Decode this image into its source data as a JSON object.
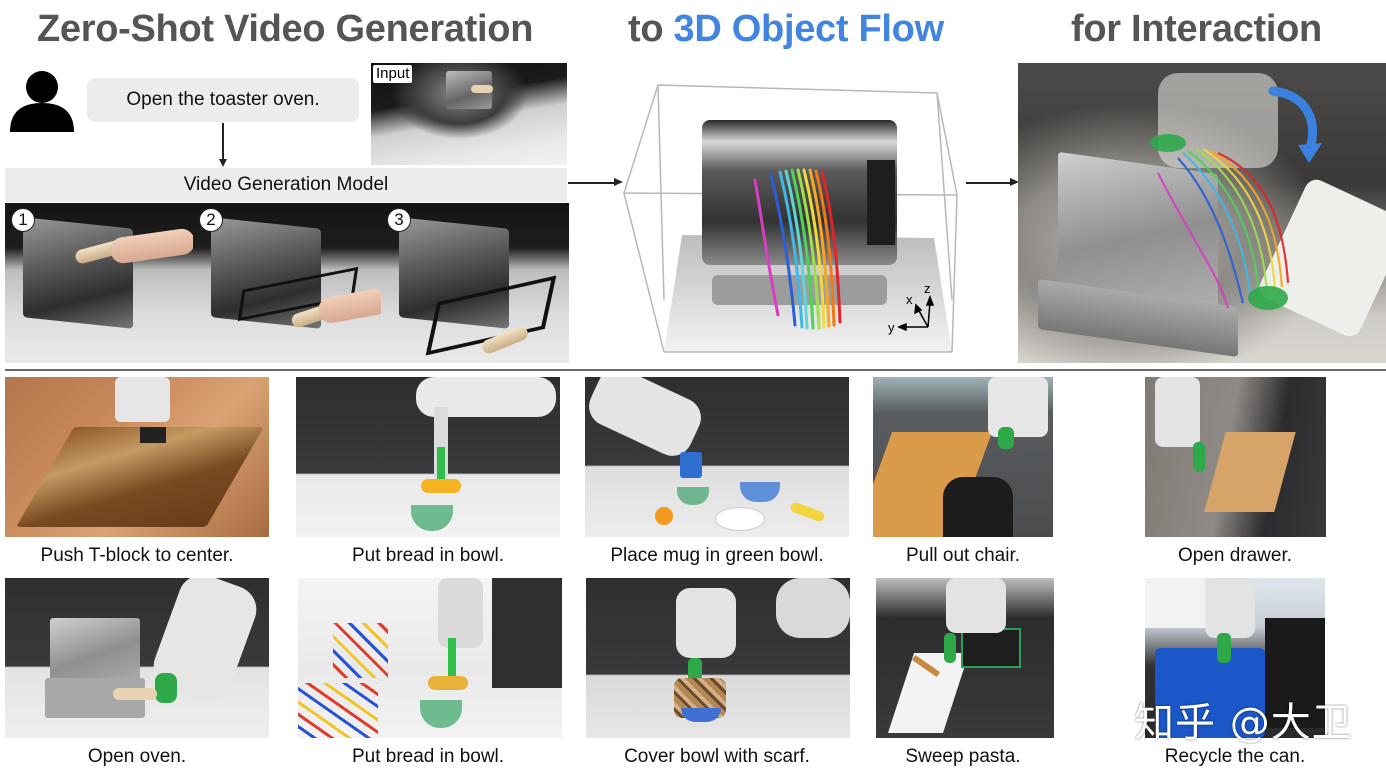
{
  "titles": {
    "part1": "Zero-Shot Video Generation",
    "part2_prefix": "to",
    "part2_accent": "3D Object Flow",
    "part3": "for Interaction"
  },
  "colors": {
    "title_gray": "#555555",
    "accent_blue": "#4285e0",
    "box_gray": "#ececec",
    "rotation_arrow": "#3b82e0"
  },
  "prompt": {
    "icon": "person-icon",
    "text": "Open the toaster oven."
  },
  "input_image": {
    "label": "Input"
  },
  "model": {
    "label": "Video Generation Model"
  },
  "generated_frames": [
    {
      "step": "1"
    },
    {
      "step": "2"
    },
    {
      "step": "3"
    }
  ],
  "flow_3d": {
    "axes": {
      "x": "x",
      "y": "y",
      "z": "z"
    },
    "trajectory_colors": [
      "#d63fc0",
      "#2a5fd6",
      "#3fb8e6",
      "#5fd6d0",
      "#4fd15a",
      "#9ee04a",
      "#f0d93a",
      "#f5a623",
      "#f07a1a",
      "#e0242a"
    ]
  },
  "tasks": [
    {
      "caption": "Push T-block to center."
    },
    {
      "caption": "Put bread in bowl."
    },
    {
      "caption": "Place mug in green bowl."
    },
    {
      "caption": "Pull out chair."
    },
    {
      "caption": "Open drawer."
    },
    {
      "caption": "Open oven."
    },
    {
      "caption": "Put bread in bowl."
    },
    {
      "caption": "Cover bowl with scarf."
    },
    {
      "caption": "Sweep pasta."
    },
    {
      "caption": "Recycle the can."
    }
  ],
  "watermark": "知乎 @大卫"
}
